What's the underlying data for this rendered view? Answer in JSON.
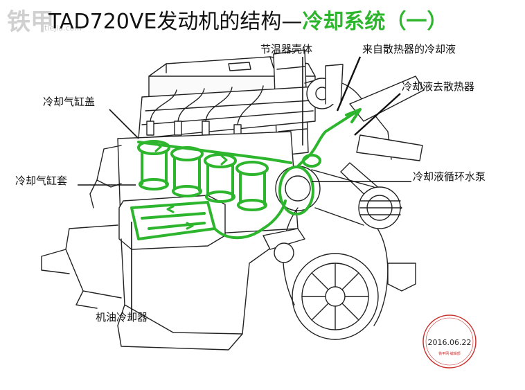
{
  "title": {
    "part1": "TAD720VE发动机的结构",
    "dash": "—",
    "part2": "冷却系统（一）"
  },
  "watermark": {
    "main": "铁甲",
    "sub": "tiejia.com"
  },
  "labels": {
    "thermostat_housing": "节温器壳体",
    "coolant_from_radiator": "来自散热器的冷却液",
    "coolant_to_radiator": "冷却液去散热器",
    "cylinder_head_cover": "冷却气缸盖",
    "cylinder_liner": "冷却气缸套",
    "water_pump": "冷却液循环水泵",
    "oil_cooler": "机油冷却器"
  },
  "stamp": {
    "date": "2016.06.22",
    "caption": "铁甲网·编辑部"
  },
  "colors": {
    "coolant_flow": "#2db52d",
    "line_art": "#222222",
    "stamp": "#c9302c",
    "title_accent": "#2db52d"
  }
}
